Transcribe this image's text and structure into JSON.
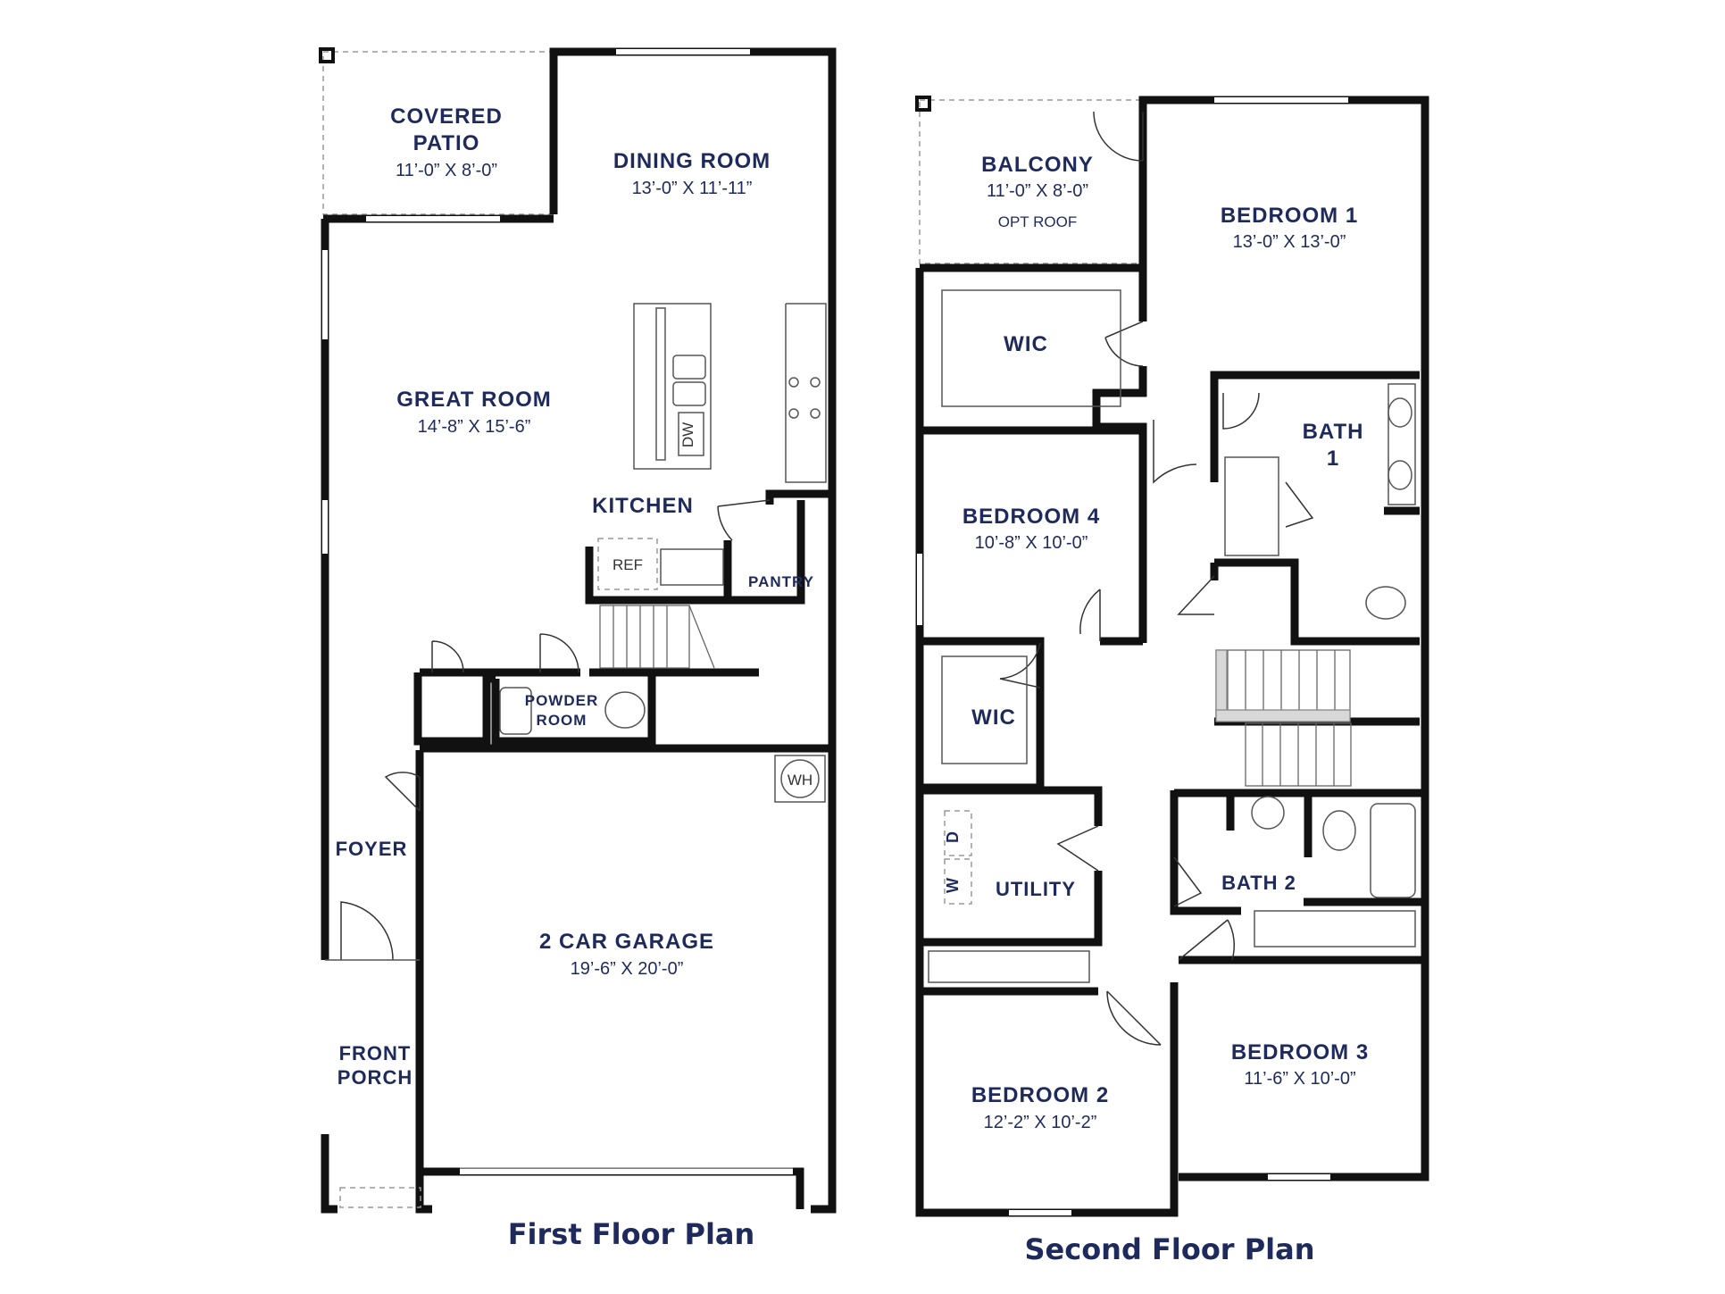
{
  "colors": {
    "label": "#1f2a5c",
    "wall": "#111111",
    "background": "#ffffff"
  },
  "first_floor": {
    "title": "First Floor Plan",
    "covered_patio": {
      "name_line1": "COVERED",
      "name_line2": "PATIO",
      "dim": "11’-0” X 8’-0”"
    },
    "dining_room": {
      "name": "DINING ROOM",
      "dim": "13’-0” X 11’-11”"
    },
    "great_room": {
      "name": "GREAT ROOM",
      "dim": "14’-8” X 15’-6”"
    },
    "kitchen": {
      "name": "KITCHEN"
    },
    "pantry": {
      "name": "PANTRY"
    },
    "ref": {
      "name": "REF"
    },
    "dw": {
      "name": "DW"
    },
    "powder_room": {
      "name_line1": "POWDER",
      "name_line2": "ROOM"
    },
    "wh": {
      "name": "WH"
    },
    "foyer": {
      "name": "FOYER"
    },
    "garage": {
      "name": "2 CAR GARAGE",
      "dim": "19’-6” X 20’-0”"
    },
    "front_porch": {
      "name_line1": "FRONT",
      "name_line2": "PORCH"
    }
  },
  "second_floor": {
    "title": "Second Floor Plan",
    "balcony": {
      "name": "BALCONY",
      "dim": "11’-0” X 8’-0”",
      "note": "OPT ROOF"
    },
    "bedroom1": {
      "name": "BEDROOM 1",
      "dim": "13’-0” X 13’-0”"
    },
    "wic1": {
      "name": "WIC"
    },
    "bath1": {
      "name_line1": "BATH",
      "name_line2": "1"
    },
    "bedroom4": {
      "name": "BEDROOM 4",
      "dim": "10’-8” X 10’-0”"
    },
    "wic2": {
      "name": "WIC"
    },
    "utility": {
      "name": "UTILITY"
    },
    "washer": {
      "name": "W"
    },
    "dryer": {
      "name": "D"
    },
    "bath2": {
      "name": "BATH 2"
    },
    "bedroom2": {
      "name": "BEDROOM 2",
      "dim": "12’-2” X 10’-2”"
    },
    "bedroom3": {
      "name": "BEDROOM 3",
      "dim": "11’-6” X 10’-0”"
    }
  }
}
